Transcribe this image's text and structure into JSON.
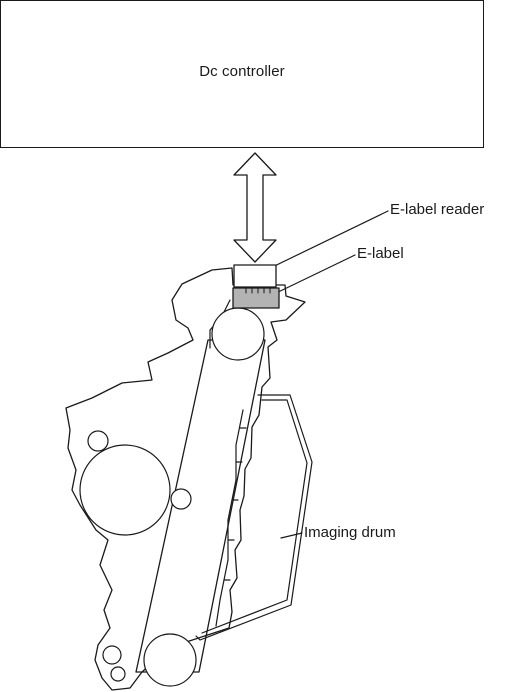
{
  "controller": {
    "label": "Dc controller"
  },
  "labels": {
    "e_label_reader": "E-label reader",
    "e_label": "E-label",
    "imaging_drum": "Imaging drum"
  },
  "colors": {
    "line": "#1a1a1a",
    "e_label_fill": "#b3b3b3",
    "background": "#ffffff"
  }
}
